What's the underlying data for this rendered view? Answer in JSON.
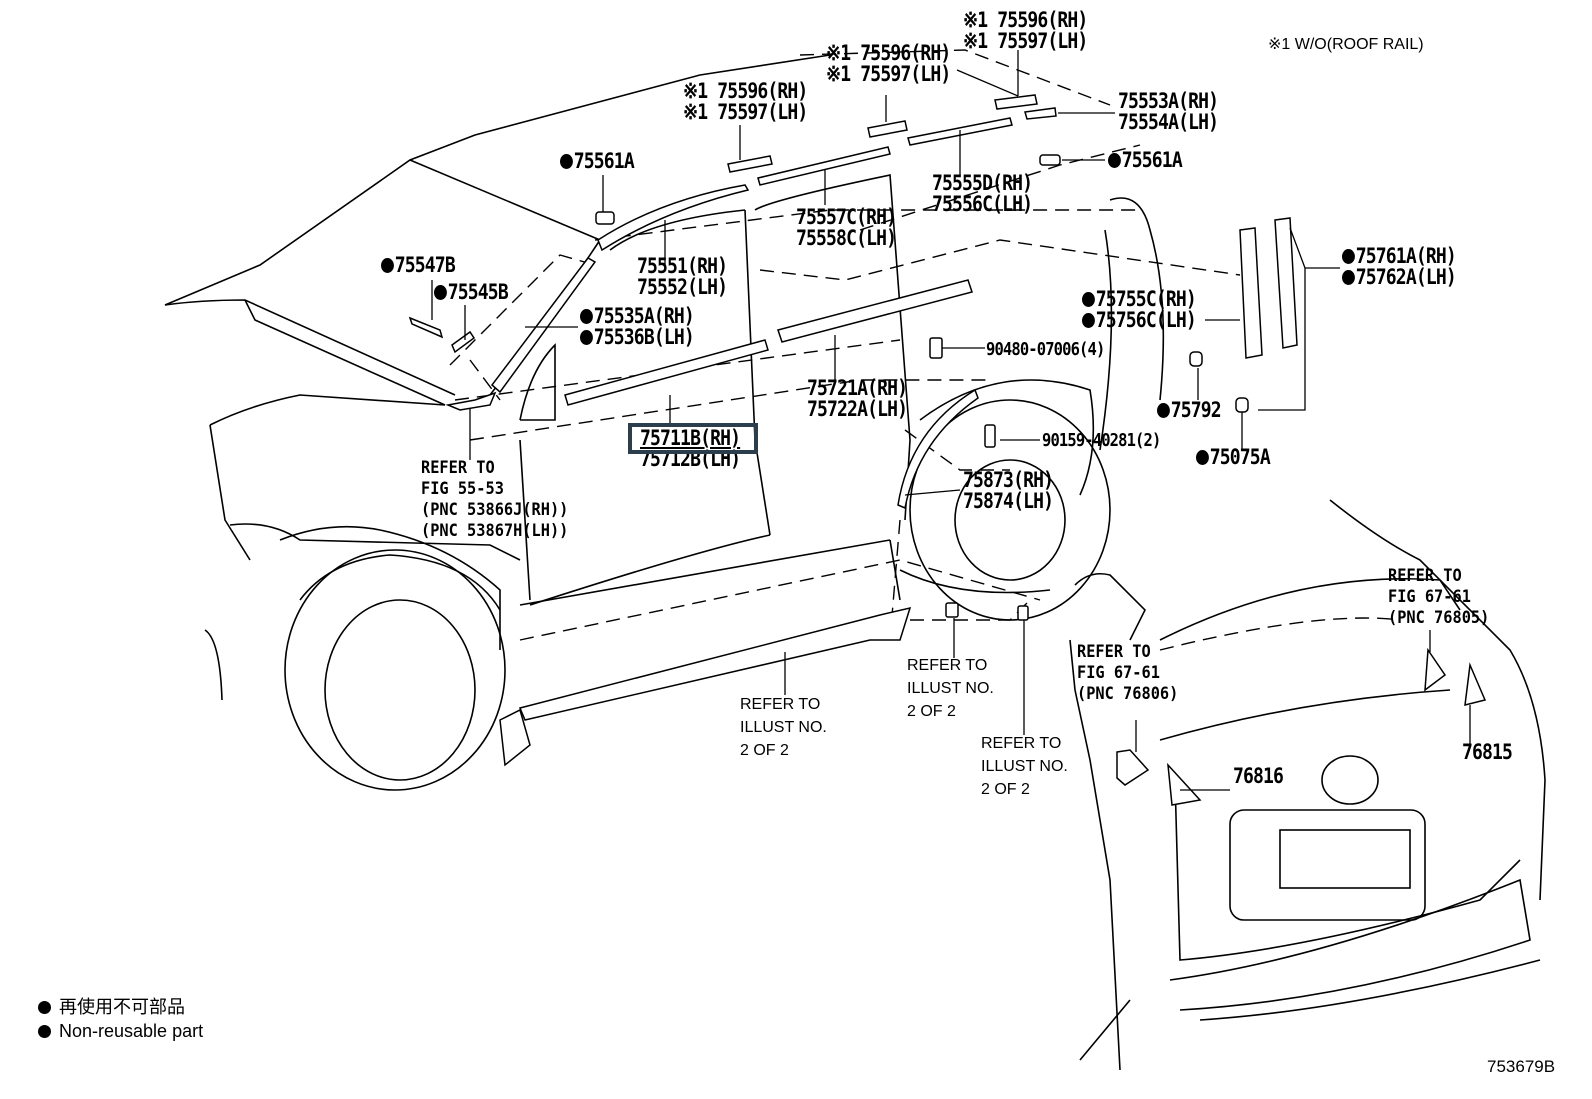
{
  "diagram": {
    "type": "exploded parts diagram",
    "subject": "Vehicle side moulding / roof drip / pillar garnish parts",
    "figure_id": "753679B",
    "note": "※1 W/O(ROOF RAIL)",
    "legend": {
      "japanese": "再使用不可部品",
      "english": "Non-reusable part",
      "marker": "●"
    },
    "highlight_color": "#2c3e4c",
    "callouts": [
      {
        "id": "c1",
        "lines": [
          "※1 75596(RH)",
          "※1 75597(LH)"
        ],
        "non_reusable": false
      },
      {
        "id": "c2",
        "lines": [
          "※1 75596(RH)",
          "※1 75597(LH)"
        ],
        "non_reusable": false
      },
      {
        "id": "c3",
        "lines": [
          "※1 75596(RH)",
          "※1 75597(LH)"
        ],
        "non_reusable": false
      },
      {
        "id": "c4",
        "lines": [
          "75553A(RH)",
          "75554A(LH)"
        ],
        "non_reusable": false
      },
      {
        "id": "c5",
        "lines": [
          "75561A"
        ],
        "non_reusable": true
      },
      {
        "id": "c6",
        "lines": [
          "75561A"
        ],
        "non_reusable": true
      },
      {
        "id": "c7",
        "lines": [
          "75555D(RH)",
          "75556C(LH)"
        ],
        "non_reusable": false
      },
      {
        "id": "c8",
        "lines": [
          "75557C(RH)",
          "75558C(LH)"
        ],
        "non_reusable": false
      },
      {
        "id": "c9",
        "lines": [
          "75551(RH)",
          "75552(LH)"
        ],
        "non_reusable": false
      },
      {
        "id": "c10",
        "lines": [
          "75547B"
        ],
        "non_reusable": true
      },
      {
        "id": "c11",
        "lines": [
          "75545B"
        ],
        "non_reusable": true
      },
      {
        "id": "c12",
        "lines": [
          "75535A(RH)",
          "75536B(LH)"
        ],
        "non_reusable": true
      },
      {
        "id": "c13",
        "lines": [
          "75711B(RH)",
          "75712B(LH)"
        ],
        "non_reusable": false,
        "highlighted": true
      },
      {
        "id": "c14",
        "lines": [
          "75721A(RH)",
          "75722A(LH)"
        ],
        "non_reusable": false
      },
      {
        "id": "c15",
        "lines": [
          "75761A(RH)",
          "75762A(LH)"
        ],
        "non_reusable": true
      },
      {
        "id": "c16",
        "lines": [
          "75755C(RH)",
          "75756C(LH)"
        ],
        "non_reusable": true
      },
      {
        "id": "c17",
        "lines": [
          "90480-07006(4)"
        ],
        "non_reusable": false
      },
      {
        "id": "c18",
        "lines": [
          "75792"
        ],
        "non_reusable": true
      },
      {
        "id": "c19",
        "lines": [
          "90159-40281(2)"
        ],
        "non_reusable": false
      },
      {
        "id": "c20",
        "lines": [
          "75075A"
        ],
        "non_reusable": true
      },
      {
        "id": "c21",
        "lines": [
          "75873(RH)",
          "75874(LH)"
        ],
        "non_reusable": false
      },
      {
        "id": "c22",
        "lines": [
          "76816"
        ],
        "non_reusable": false
      },
      {
        "id": "c23",
        "lines": [
          "76815"
        ],
        "non_reusable": false
      }
    ],
    "references": [
      {
        "id": "r1",
        "text": "REFER TO\nFIG 55-53\n(PNC 53866J(RH))\n(PNC 53867H(LH))"
      },
      {
        "id": "r2",
        "text": "REFER TO\nFIG 67-61\n(PNC 76805)"
      },
      {
        "id": "r3",
        "text": "REFER TO\nFIG 67-61\n(PNC 76806)"
      },
      {
        "id": "r4",
        "text": "REFER TO\nILLUST NO.\n2 OF 2"
      },
      {
        "id": "r5",
        "text": "REFER TO\nILLUST NO.\n2 OF 2"
      },
      {
        "id": "r6",
        "text": "REFER TO\nILLUST NO.\n2 OF 2"
      }
    ]
  }
}
